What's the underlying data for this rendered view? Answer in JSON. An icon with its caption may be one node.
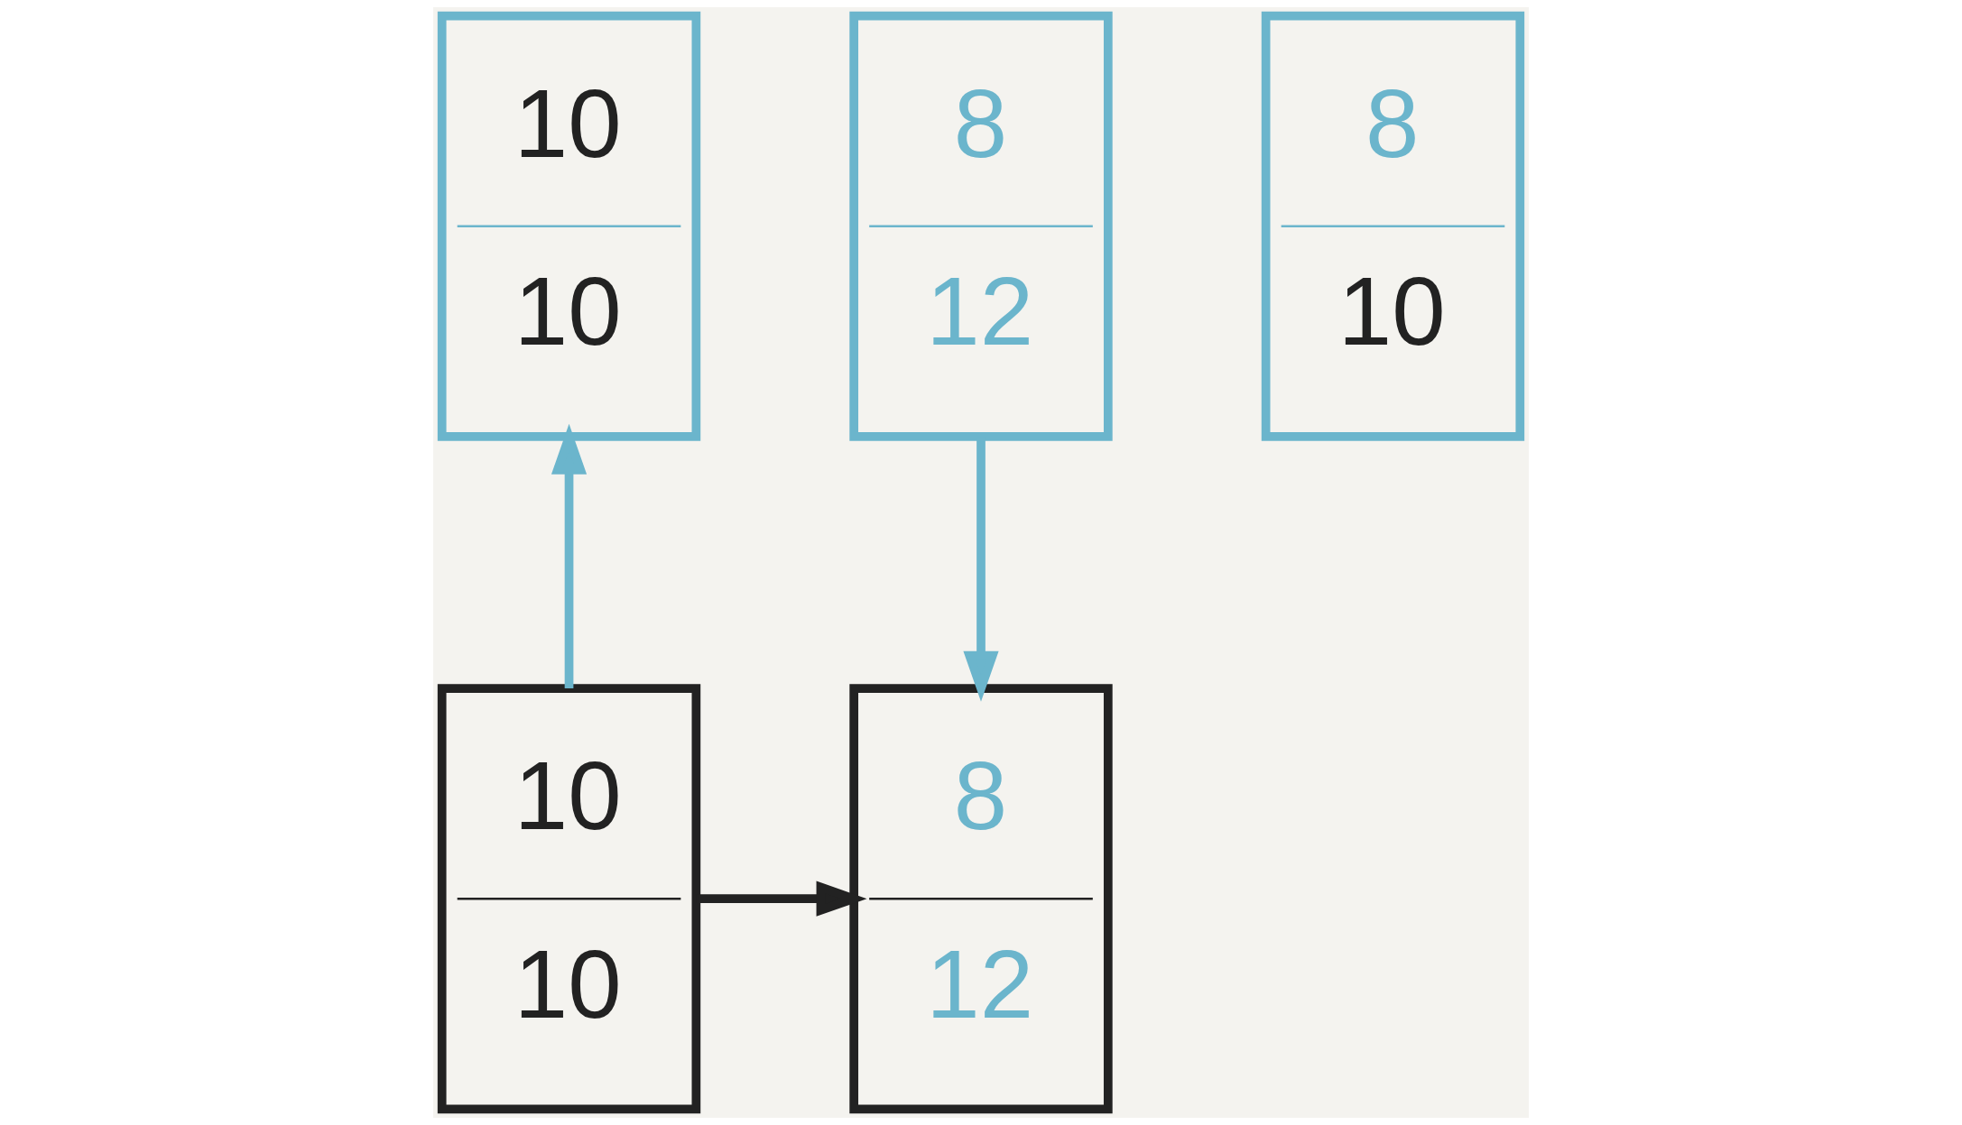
{
  "diagram": {
    "nodes": [
      {
        "text": [
          "10",
          "10"
        ]
      },
      {
        "text": [
          "10",
          "10"
        ]
      },
      {
        "text": [
          "8",
          "10"
        ]
      },
      {
        "text": [
          "8",
          "12"
        ]
      },
      {
        "text": [
          "8",
          "12"
        ]
      }
    ],
    "edges": [
      {
        "from": 0,
        "to": 1,
        "arrow": "to",
        "color": "#6bb5cc"
      },
      {
        "from": 0,
        "to": 4,
        "arrow": "to",
        "color": "#222222"
      },
      {
        "from": 3,
        "to": 4,
        "arrow": "to",
        "color": "#6bb5cc"
      }
    ]
  }
}
